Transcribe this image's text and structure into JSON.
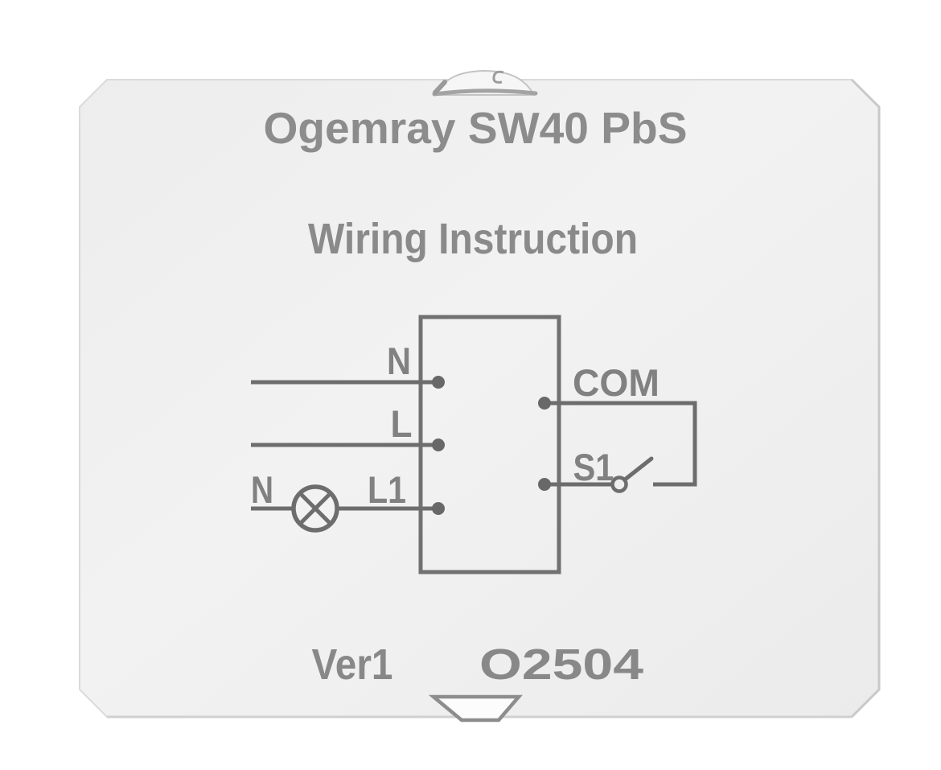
{
  "label": {
    "title": "Ogemray SW40 PbS",
    "subtitle": "Wiring Instruction",
    "version": "Ver1",
    "date_code": "O2504"
  },
  "diagram": {
    "terminals": [
      {
        "label": "N",
        "side": "left"
      },
      {
        "label": "L",
        "side": "left"
      },
      {
        "label": "L1",
        "side": "left"
      },
      {
        "label": "COM",
        "side": "right"
      },
      {
        "label": "S1",
        "side": "right"
      }
    ],
    "lamp_label": "N",
    "symbols": [
      "lamp-icon",
      "open-switch-icon",
      "device-box"
    ]
  },
  "colors": {
    "background": "#ffffff",
    "plate": "#efefef",
    "ink_text": "#878787",
    "ink_line": "#6d6d6d"
  }
}
